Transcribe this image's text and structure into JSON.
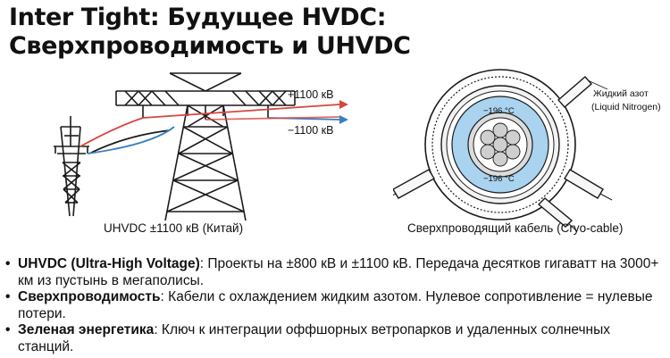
{
  "title": "Inter Tight: Будущее HVDC: Сверхпроводимость и UHVDC",
  "figure_left": {
    "label_plus": "+1100 кВ",
    "label_minus": "−1100 кВ",
    "caption": "UHVDC ±1100 кВ (Китай)",
    "colors": {
      "plus_line": "#d9453f",
      "minus_line": "#3a7fc1",
      "tower": "#1a1a1a"
    }
  },
  "figure_right": {
    "temp_top": "−196 °C",
    "temp_bottom": "−196 °C",
    "label_nitrogen": "Жидкий азот",
    "label_nitrogen_en": "(Liquid Nitrogen)",
    "caption": "Сверхпроводящий кабель (Cryo-cable)",
    "colors": {
      "nitrogen": "#a9d3ef",
      "outline": "#1a1a1a"
    }
  },
  "bullets": [
    {
      "term": "UHVDC (Ultra-High Voltage)",
      "text": ": Проекты на ±800 кВ и ±1100 кВ. Передача десятков гигаватт на 3000+ км из пустынь в мегаполисы."
    },
    {
      "term": "Сверхпроводимость",
      "text": ": Кабели с охлаждением жидким азотом. Нулевое сопротивление = нулевые потери."
    },
    {
      "term": "Зеленая энергетика",
      "text": ": Ключ к интеграции оффшорных ветропарков и удаленных солнечных станций."
    }
  ]
}
